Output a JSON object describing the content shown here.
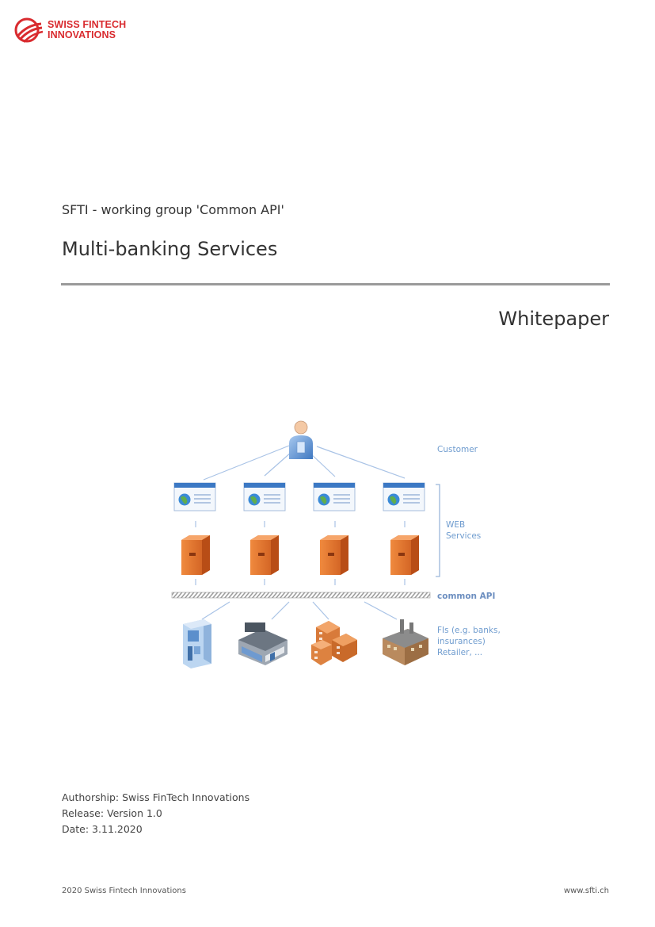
{
  "logo": {
    "line1": "SWISS FINTECH",
    "line2": "INNOVATIONS",
    "color": "#d92b2f"
  },
  "subtitle": "SFTI - working group 'Common API'",
  "title": "Multi-banking Services",
  "doctype": "Whitepaper",
  "diagram": {
    "labels": {
      "customer": "Customer",
      "web_line1": "WEB",
      "web_line2": "Services",
      "api": "common API",
      "fis_line1": "FIs (e.g. banks,",
      "fis_line2": "insurances)",
      "fis_line3": "Retailer, ..."
    },
    "icons": {
      "customer": "person-icon",
      "web": "browser-window-icon",
      "server": "server-icon",
      "institutions": [
        "bank-building-icon",
        "store-building-icon",
        "office-complex-icon",
        "factory-icon"
      ]
    },
    "colors": {
      "label": "#6f9ccf",
      "server": "#e8772e",
      "browser": "#3b78c4"
    }
  },
  "meta": {
    "authorship": "Authorship: Swiss FinTech Innovations",
    "release": "Release: Version 1.0",
    "date": "Date: 3.11.2020"
  },
  "footer": {
    "left": "2020 Swiss Fintech Innovations",
    "right": "www.sfti.ch"
  }
}
